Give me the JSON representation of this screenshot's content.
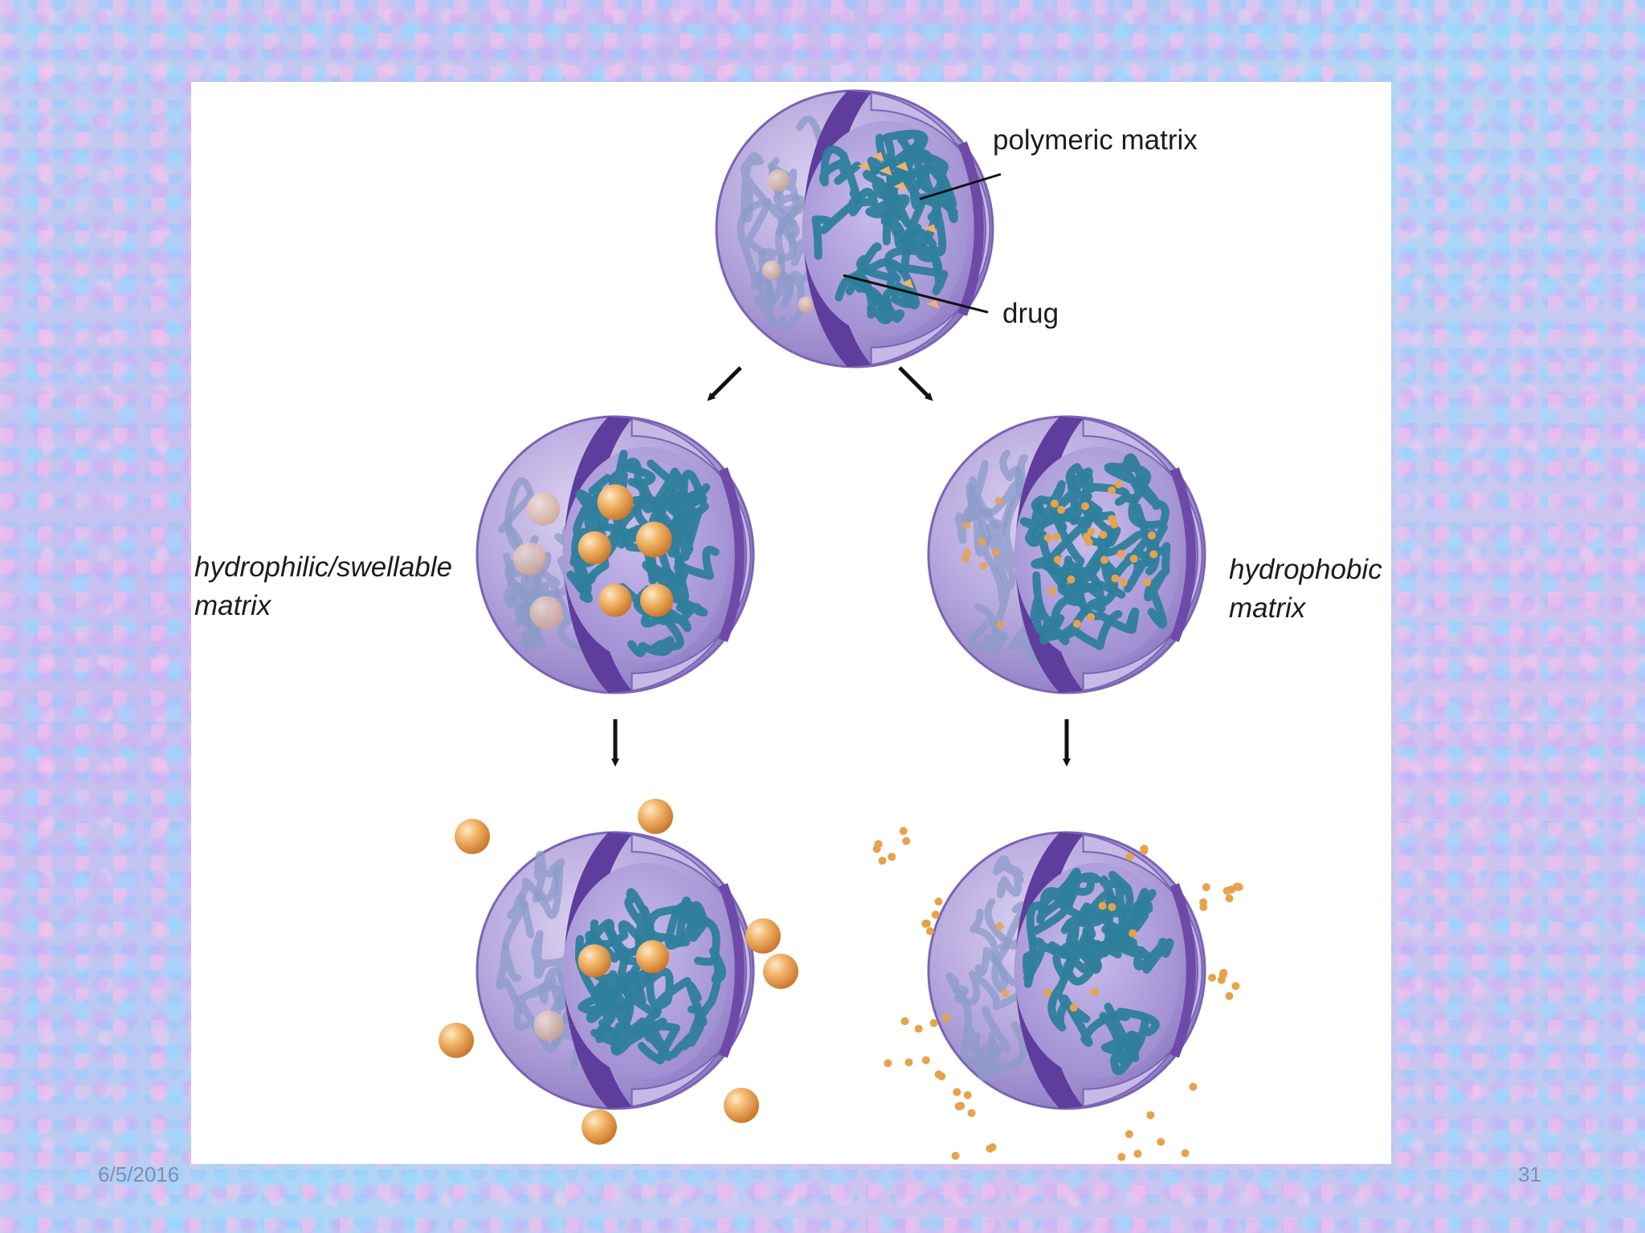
{
  "diagram": {
    "labels": {
      "polymeric_matrix": "polymeric matrix",
      "drug": "drug",
      "hydrophilic_line1": "hydrophilic/swellable",
      "hydrophilic_line2": "matrix",
      "hydrophobic_line1": "hydrophobic",
      "hydrophobic_line2": "matrix"
    }
  },
  "footer": {
    "date": "6/5/2016",
    "page_number": "31"
  },
  "colors": {
    "sphere_shell": "#9f8fce",
    "sphere_band": "#5f3d9c",
    "polymer_strands": "#2e7e9c",
    "drug_particle": "#e8a24c"
  }
}
